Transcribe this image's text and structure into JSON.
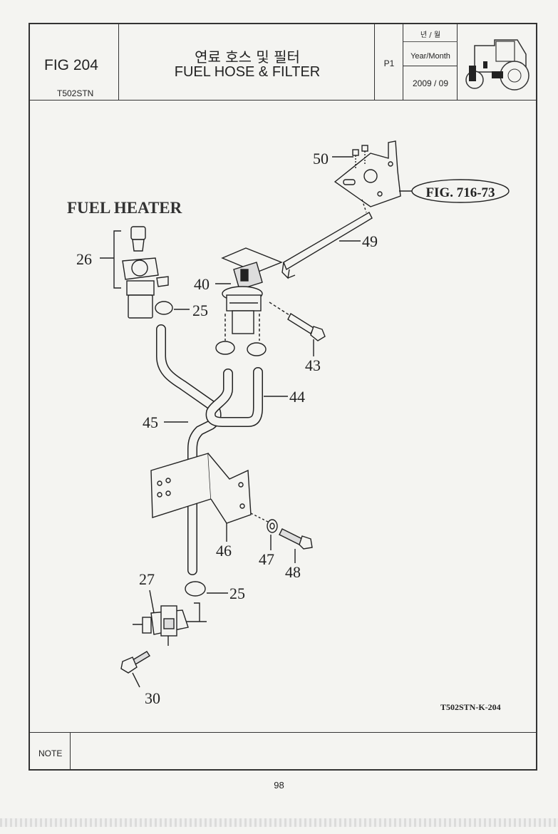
{
  "header": {
    "fig_no": "FIG 204",
    "model": "T502STN",
    "title_ko": "연료 호스 및 필터",
    "title_en": "FUEL HOSE & FILTER",
    "page_code": "P1",
    "ym_label_ko": "년 / 월",
    "ym_label_en": "Year/Month",
    "ym_value": "2009 / 09"
  },
  "drawing": {
    "section_label": "FUEL HEATER",
    "fig_ref": "FIG. 716-73",
    "drawing_code": "T502STN-K-204",
    "callouts": {
      "c50": "50",
      "c49": "49",
      "c26": "26",
      "c40": "40",
      "c25a": "25",
      "c43": "43",
      "c44": "44",
      "c45": "45",
      "c46": "46",
      "c47": "47",
      "c48": "48",
      "c27": "27",
      "c25b": "25",
      "c30": "30"
    }
  },
  "footer": {
    "note_label": "NOTE",
    "page_number": "98"
  }
}
